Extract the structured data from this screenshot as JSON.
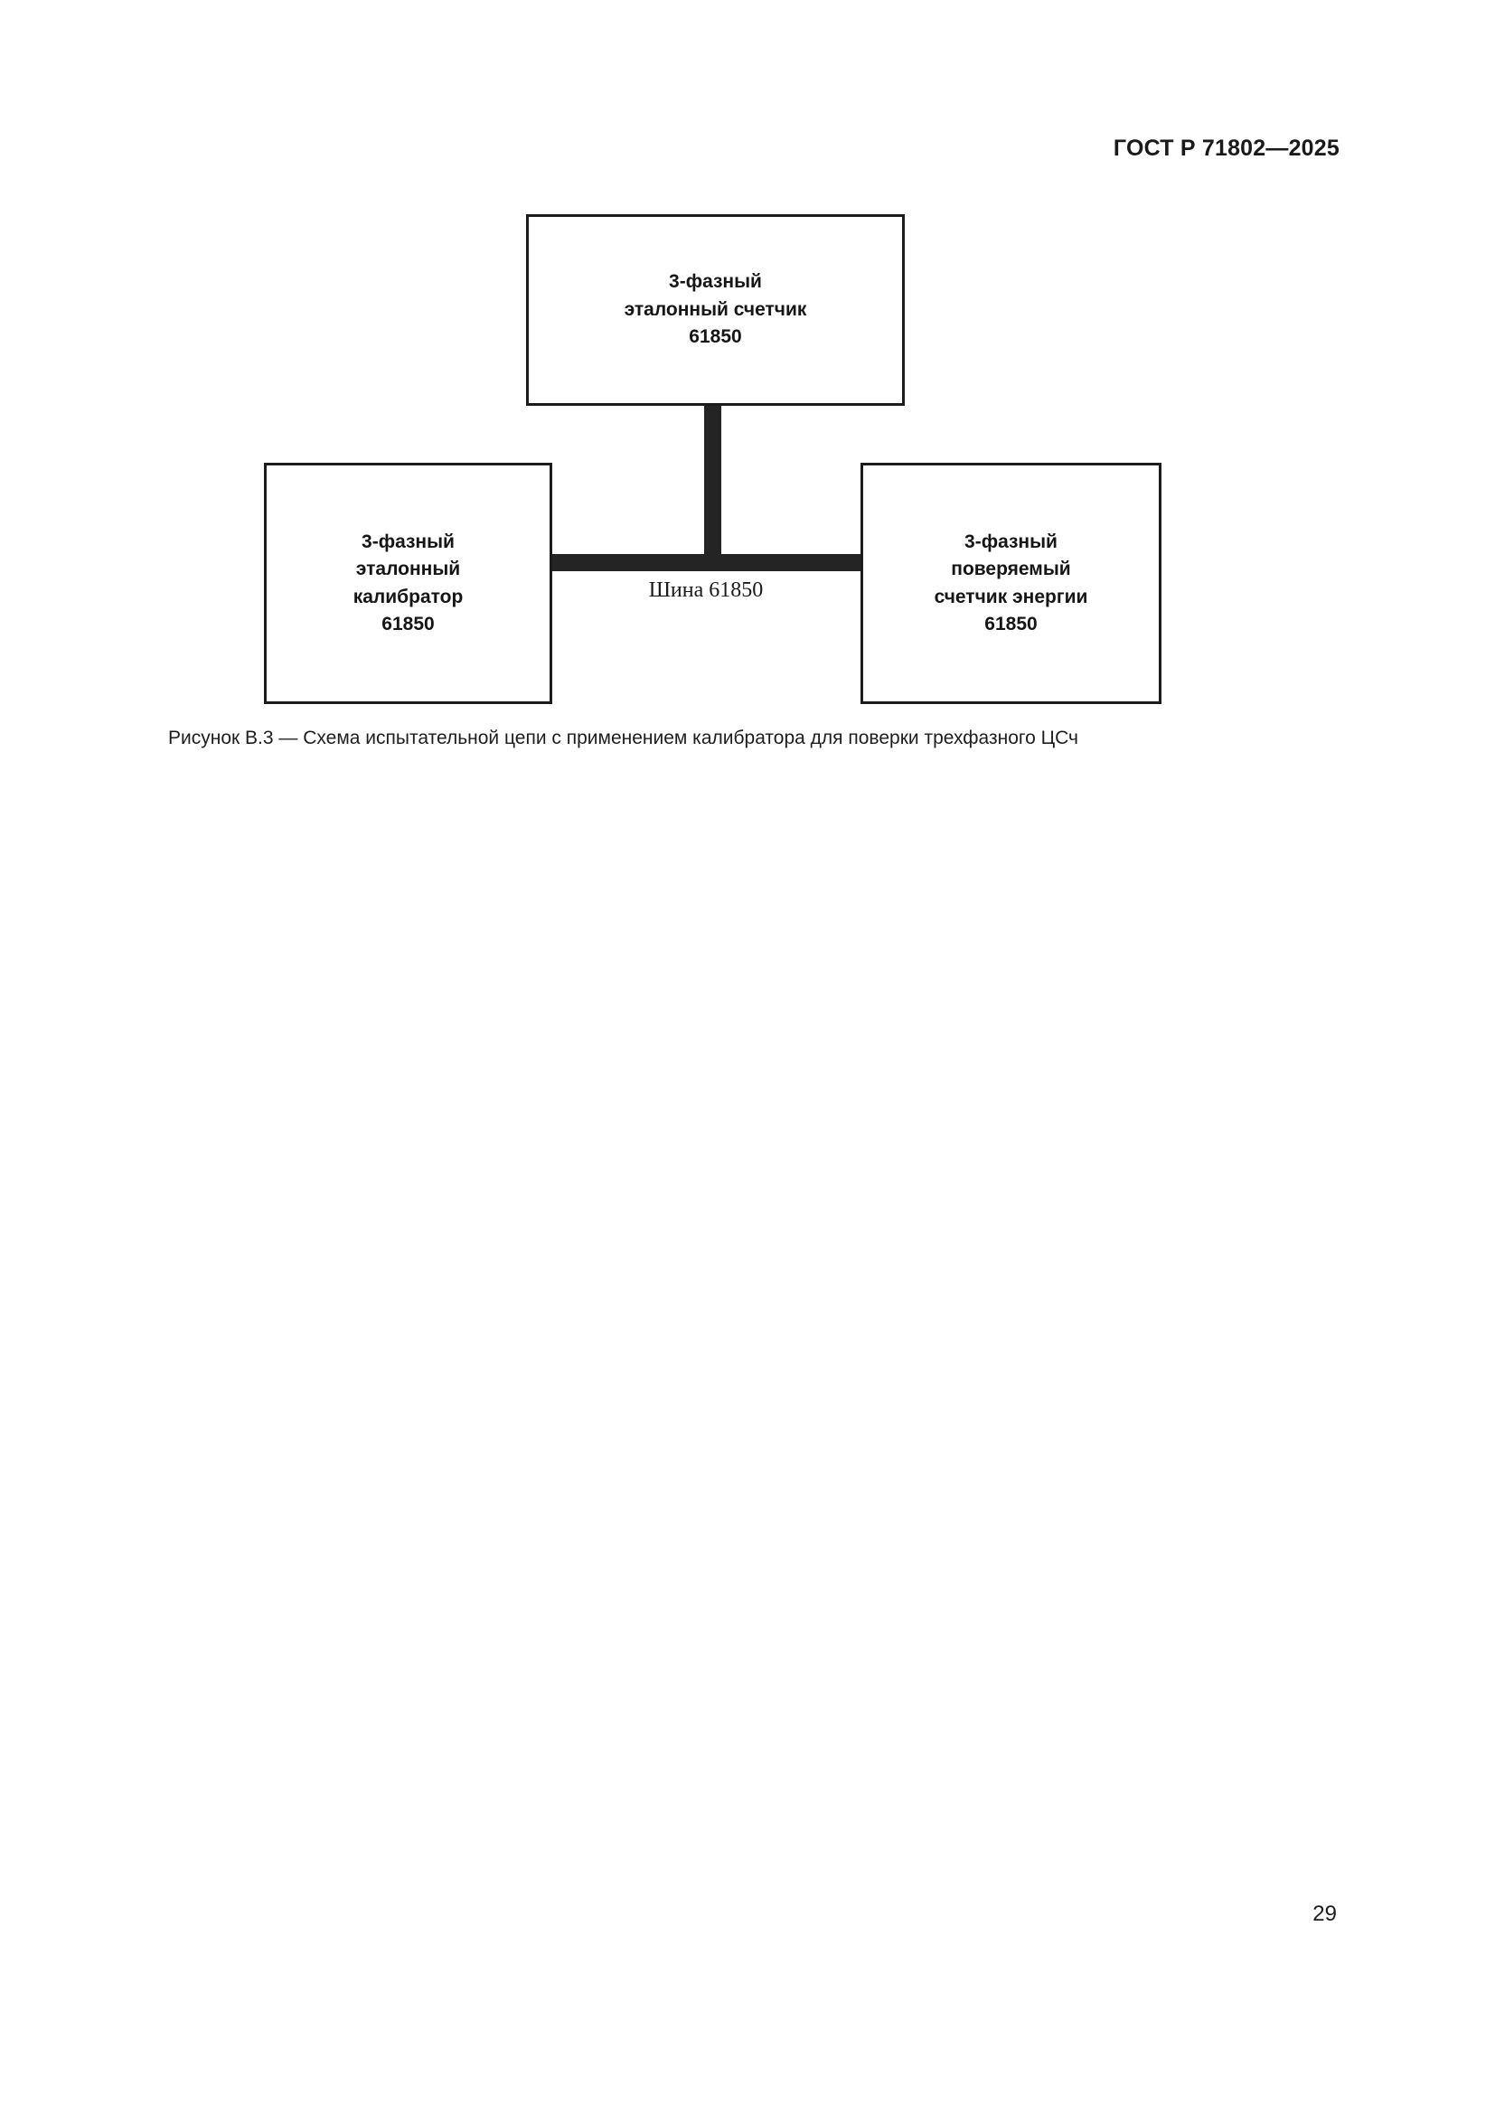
{
  "document": {
    "header": "ГОСТ Р 71802—2025",
    "page_number": "29"
  },
  "figure": {
    "caption": "Рисунок В.3 — Схема испытательной цепи с применением калибратора для поверки трехфазного ЦСч",
    "bus_label": "Шина 61850",
    "colors": {
      "line": "#1c1c1c",
      "bus": "#242424",
      "text": "#161616",
      "page_background": "#ffffff"
    },
    "nodes": [
      {
        "id": "reference-meter",
        "lines": [
          "3-фазный",
          "эталонный счетчик",
          "61850"
        ]
      },
      {
        "id": "calibrator",
        "lines": [
          "3-фазный",
          "эталонный",
          "калибратор",
          "61850"
        ]
      },
      {
        "id": "dut-meter",
        "lines": [
          "3-фазный",
          "поверяемый",
          "счетчик энергии",
          "61850"
        ]
      }
    ]
  }
}
